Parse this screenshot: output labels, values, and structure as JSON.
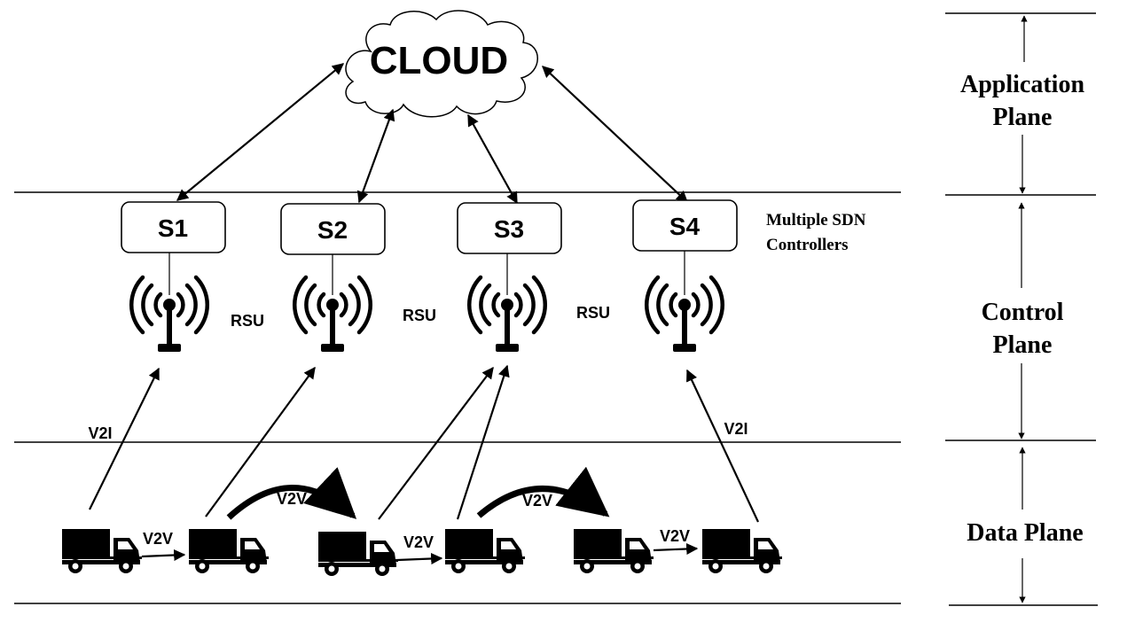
{
  "cloud": {
    "label": "CLOUD"
  },
  "controllers": [
    {
      "id": "s1",
      "label": "S1"
    },
    {
      "id": "s2",
      "label": "S2"
    },
    {
      "id": "s3",
      "label": "S3"
    },
    {
      "id": "s4",
      "label": "S4"
    }
  ],
  "controllers_caption": {
    "line1": "Multiple SDN",
    "line2": "Controllers"
  },
  "rsu_labels": [
    "RSU",
    "RSU",
    "RSU"
  ],
  "v2i_labels": [
    "V2I",
    "V2I"
  ],
  "v2v_curve_labels": [
    "V2V",
    "V2V"
  ],
  "v2v_straight_labels": [
    "V2V",
    "V2V",
    "V2V"
  ],
  "planes": {
    "application": {
      "line1": "Application",
      "line2": "Plane"
    },
    "control": {
      "line1": "Control",
      "line2": "Plane"
    },
    "data": {
      "line1": "Data Plane"
    }
  }
}
